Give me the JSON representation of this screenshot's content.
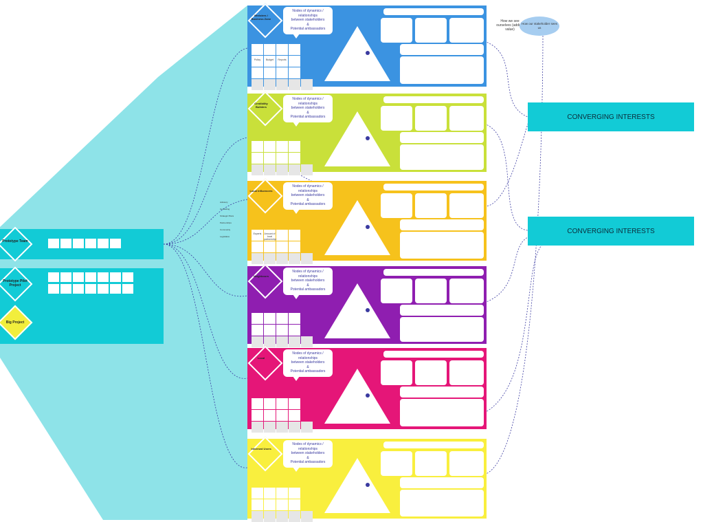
{
  "annotations": {
    "how_we_see": "How we see ourselves (adding value)",
    "how_stakeholder_sees": "How our stakeholder sees us",
    "converging": [
      "CONVERGING INTERESTS",
      "CONVERGING INTERESTS"
    ],
    "annotation_labels": [
      "Advisory",
      "Consulting",
      "Strategic Plans",
      "Partnerships",
      "Community",
      "Legislative"
    ]
  },
  "left_panel": {
    "projects": [
      {
        "label": "Prototype Team"
      },
      {
        "label": "Prototype Pilot Project"
      },
      {
        "label": "Big Project"
      }
    ]
  },
  "bubble_text": {
    "line1": "Nodes of dynamics / relationships",
    "line2": "between stakeholders",
    "line3": "&",
    "line4": "Potential ambassadors"
  },
  "bands": [
    {
      "label": "Ministers / Business Zone",
      "color": "#3b93e1",
      "diamond": "#3b93e1",
      "cells": [
        "Policy",
        "Budget",
        "Reports"
      ]
    },
    {
      "label": "Credibility Builders",
      "color": "#c9e03a",
      "diamond": "#c9e03a",
      "cells": []
    },
    {
      "label": "Local Influencers",
      "color": "#f6c21c",
      "diamond": "#f6c21c",
      "cells": [
        "Experts",
        "Amount of local partnerships"
      ]
    },
    {
      "label": "Neighbours",
      "color": "#8f1eb0",
      "diamond": "#8f1eb0",
      "cells": []
    },
    {
      "label": "Local",
      "color": "#e51678",
      "diamond": "#e51678",
      "cells": []
    },
    {
      "label": "Informed Users",
      "color": "#f9ef3e",
      "diamond": "#f9ef3e",
      "cells": []
    }
  ],
  "colors": {
    "cyan": "#12cbd6",
    "funnel": "#8ee3e8",
    "dark_blue": "#3a3aa0"
  }
}
